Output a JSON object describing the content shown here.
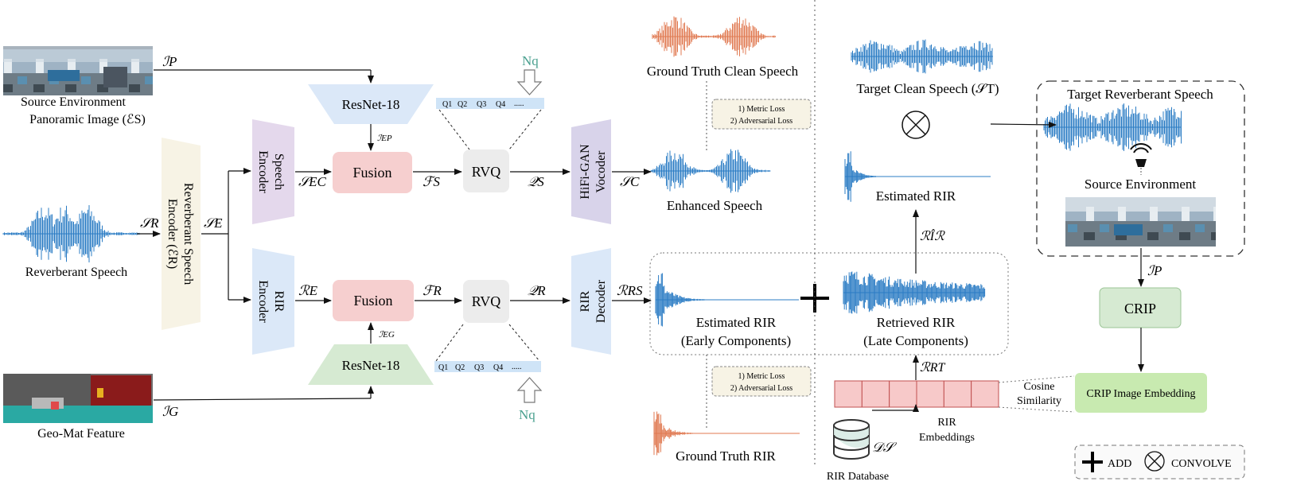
{
  "labels": {
    "source_env_line1": "Source Environment",
    "source_env_line2": "Panoramic Image (ℰS)",
    "reverberant_speech": "Reverberant Speech",
    "geo_mat": "Geo-Mat Feature",
    "encoder_line1": "Reverberant Speech",
    "encoder_line2": "Encoder (ℰR)",
    "speech_encoder_line1": "Speech",
    "speech_encoder_line2": "Encoder",
    "rir_encoder_line1": "RIR",
    "rir_encoder_line2": "Encoder",
    "resnet_top": "ResNet-18",
    "resnet_bottom": "ResNet-18",
    "fusion_top": "Fusion",
    "fusion_bottom": "Fusion",
    "rvq_top": "RVQ",
    "rvq_bottom": "RVQ",
    "vocoder_line1": "HiFi-GAN",
    "vocoder_line2": "Vocoder",
    "decoder_line1": "RIR",
    "decoder_line2": "Decoder",
    "nq_top": "Nq",
    "nq_bottom": "Nq",
    "codebook_cells": [
      "Q1",
      "Q2",
      "Q3",
      "Q4",
      "....."
    ],
    "loss_top_line1": "1) Metric Loss",
    "loss_top_line2": "2) Adversarial Loss",
    "loss_bottom_line1": "1) Metric Loss",
    "loss_bottom_line2": "2) Adversarial Loss",
    "gt_clean_speech": "Ground Truth Clean Speech",
    "enhanced_speech": "Enhanced Speech",
    "estimated_rir_early_line1": "Estimated RIR",
    "estimated_rir_early_line2": "(Early Components)",
    "retrieved_rir_line1": "Retrieved RIR",
    "retrieved_rir_line2": "(Late Components)",
    "gt_rir": "Ground Truth RIR",
    "target_clean_speech": "Target Clean Speech (𝒮T)",
    "estimated_rir": "Estimated RIR",
    "rir_hat": "ℛÎℛ",
    "target_reverberant_speech": "Target Reverberant Speech",
    "source_environment": "Source Environment",
    "crip": "CRIP",
    "crip_embedding": "CRIP Image Embedding",
    "cosine_line1": "Cosine",
    "cosine_line2": "Similarity",
    "rir_embeddings_line1": "RIR",
    "rir_embeddings_line2": "Embeddings",
    "rir_database": "RIR Database",
    "ds": "𝒟𝒮",
    "legend_add": "ADD",
    "legend_convolve": "CONVOLVE"
  },
  "symbols": {
    "I_P": "ℐP",
    "I_EP": "ℐEP",
    "I_EG": "ℐEG",
    "I_G": "ℐG",
    "I_P_right": "ℐP",
    "S_R": "𝒮R",
    "S_E": "𝒮E",
    "S_EC": "𝒮EC",
    "F_S": "ℱS",
    "Q_S": "𝒬S",
    "S_C": "𝒮C",
    "R_E": "ℛE",
    "F_R": "ℱR",
    "Q_R": "𝒬R",
    "R_RS": "ℛRS",
    "R_RT": "ℛRT"
  },
  "colors": {
    "blue_block": "#dbe8f8",
    "purple_block": "#e4d8ec",
    "lavender_block": "#d8d3ea",
    "pink_block": "#f6cfcf",
    "gray_block": "#ececec",
    "green_block": "#d6ead2",
    "green_embed": "#c8eab0",
    "encoder_cream": "#f7f3e5",
    "codebook": "#cfe4f7",
    "wave_blue": "#2b7cc4",
    "wave_orange": "#e07a52",
    "teal": "#4aa08f",
    "rir_cells": "#f7c9c9"
  }
}
